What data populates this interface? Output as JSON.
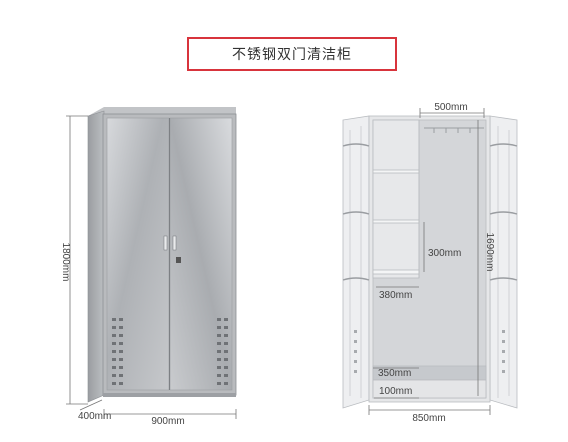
{
  "title": "不锈钢双门清洁柜",
  "dims": {
    "height": "1800mm",
    "depth": "400mm",
    "width": "900mm",
    "top_width": "500mm",
    "inner_height": "1690mm",
    "shelf_gap": "300mm",
    "shelf_width": "380mm",
    "bottom_rack": "350mm",
    "bottom_box": "100mm",
    "total_width": "850mm"
  }
}
